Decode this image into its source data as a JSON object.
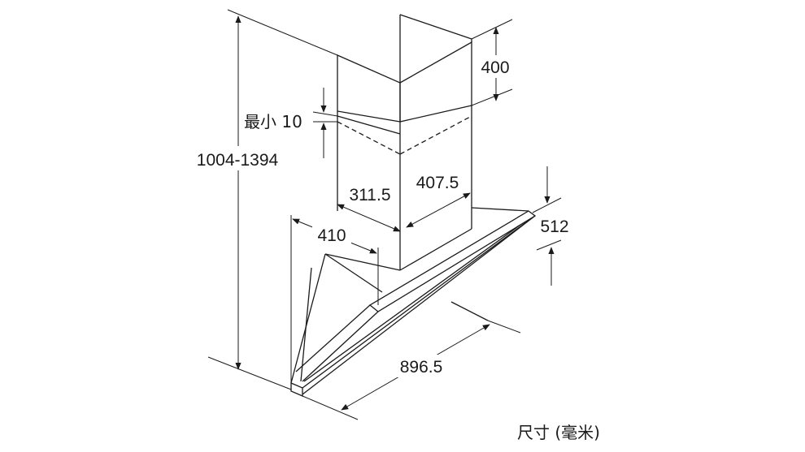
{
  "dimensions": {
    "total_height": "1004-1394",
    "chimney_upper": "400",
    "min_overlap": "最小 10",
    "chimney_left_depth": "311.5",
    "chimney_right_width": "407.5",
    "wall_offset": "410",
    "canopy_height": "512",
    "canopy_width": "896.5"
  },
  "units_label": "尺寸 (毫米)"
}
